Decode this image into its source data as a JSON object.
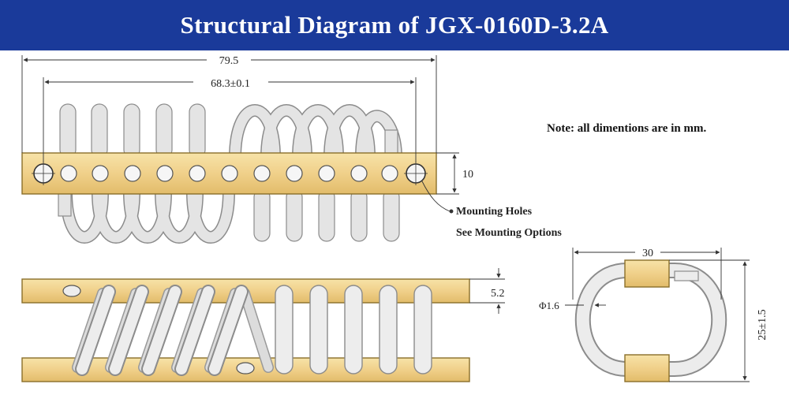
{
  "title": "Structural Diagram of JGX-0160D-3.2A",
  "note": "Note: all dimentions are in mm.",
  "callout": {
    "line1": "Mounting Holes",
    "line2": "See Mounting Options"
  },
  "dimensions": {
    "overall_length": "79.5",
    "hole_spacing": "68.3±0.1",
    "bar_height": "10",
    "bar_thickness": "5.2",
    "end_width": "30",
    "end_height": "25±1.5",
    "wire_diameter": "Φ1.6"
  },
  "colors": {
    "title_bg": "#1a3a9a",
    "brass": "#f2d58c",
    "brass_edge": "#8a6f2a",
    "coil": "#e3e3e3",
    "coil_edge": "#8c8c8c"
  }
}
